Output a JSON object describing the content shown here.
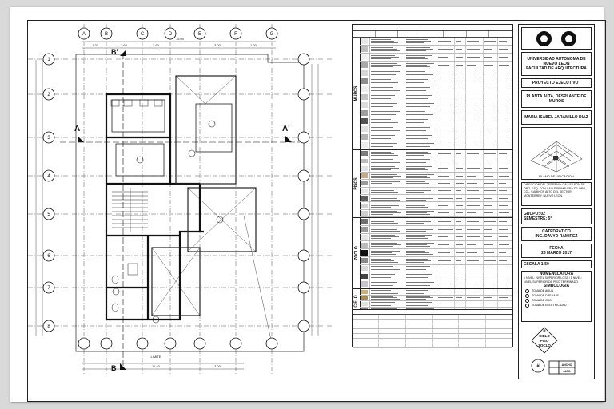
{
  "titleblock": {
    "university": "UNIVERSIDAD AUTONOMA DE NUEVO LEON",
    "faculty": "FACULTAD DE ARQUITECTURA",
    "project": "PROYECTO EJECUTIVO I",
    "sheet_title": "PLANTA ALTA, DESPLANTE DE MUROS",
    "author": "MARIA ISABEL JARAMILLO DIAZ",
    "location_plan": "PLANO DE UBICACION",
    "address": "DIRECCION DEL TERRENO: CALLE LEON DE ORO, ESQ. CON CALLE PRIMAVERA DE ORO, COL. CAMINOS ALTO DEL SECTOR, MONTERREY, NUEVO LEON.",
    "group": "GRUPO: 02",
    "semester": "SEMESTRE: 5°",
    "professor_label": "CATEDRATICO",
    "professor": "ING. DAVYD RAMIREZ",
    "date_label": "FECHA",
    "date": "23 MARZO 2017",
    "scale": "ESCALA 1:50",
    "nomenclature_title": "NOMENCLATURA",
    "nomenclature_text": "1 NIVEL: NIVEL SUPERIOR LOSA / 1 NIVEL: NIVEL SUPERIOR DE PISO TERMINADO",
    "symbology_title": "SIMBOLOGIA",
    "symbology": [
      "TOMA DE AGUA",
      "TOMA DE DRENAJE",
      "TOMA DE GAS",
      "TOMA DE ELECTRICIDAD"
    ],
    "diamond": [
      "CIELO",
      "PISO",
      "ZOCLO"
    ],
    "diamond_m": "M",
    "circle_mark": "#",
    "window_labels": [
      "ANCHO",
      "ALTO"
    ]
  },
  "finishes": {
    "sections": [
      {
        "label": "MUROS",
        "rows": 14
      },
      {
        "label": "PISOS",
        "rows": 9
      },
      {
        "label": "ZOCLO",
        "rows": 9
      },
      {
        "label": "CIELO",
        "rows": 4
      }
    ]
  },
  "plan": {
    "cut_a": "A",
    "cut_a2": "A'",
    "cut_b": "B",
    "cut_b2": "B'",
    "grid_letters": [
      "A",
      "B",
      "C",
      "D",
      "E",
      "F",
      "G"
    ],
    "grid_numbers": [
      "1",
      "2",
      "3",
      "4",
      "5",
      "6",
      "7",
      "8"
    ],
    "dims_top": [
      "15.00",
      "1.20",
      "3.60",
      "3.60",
      "3.00",
      "1.20"
    ],
    "dims_bottom": [
      "11.40",
      "3.00"
    ],
    "bottom_note": "LIMITE"
  }
}
